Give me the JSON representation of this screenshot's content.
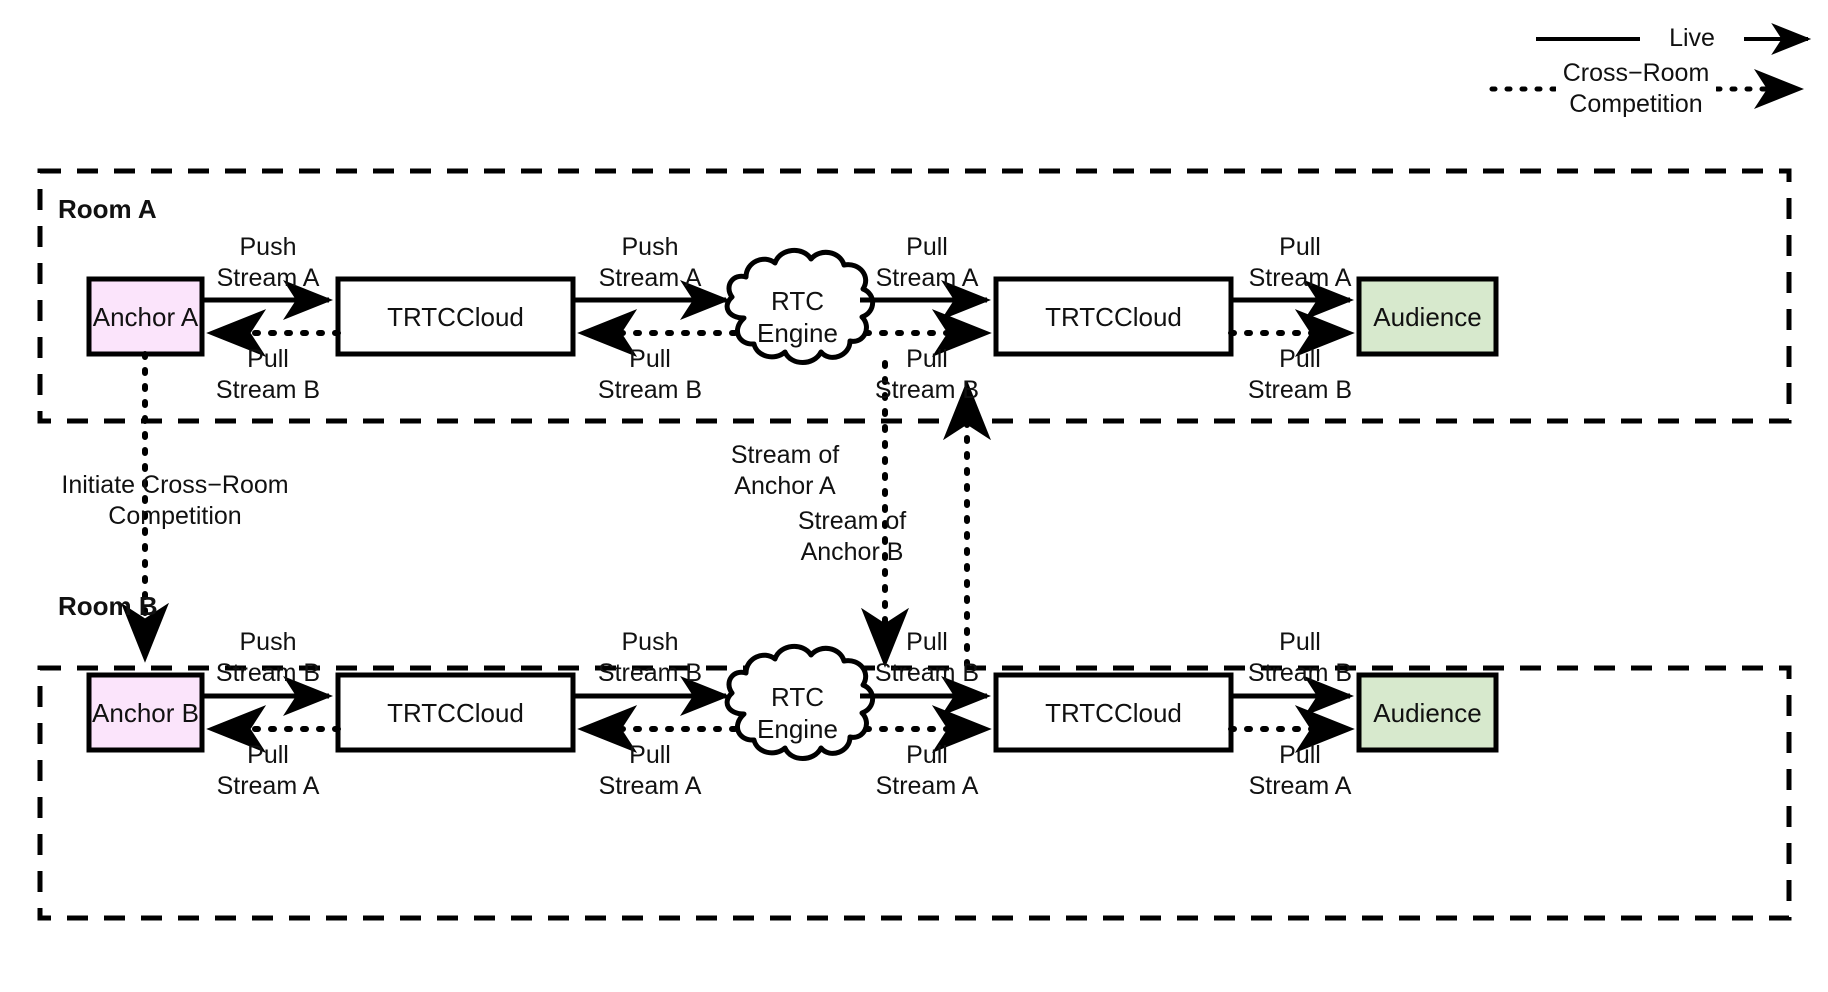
{
  "legend": {
    "items": [
      {
        "label": "Live",
        "style": "solid"
      },
      {
        "label": "Cross−Room\nCompetition",
        "style": "dotted"
      }
    ]
  },
  "colors": {
    "anchor_fill": "#fbe4fb",
    "audience_fill": "#d7e9cd",
    "stroke": "#000000",
    "background": "#ffffff"
  },
  "rooms": [
    {
      "title": "Room A",
      "nodes": {
        "anchor": "Anchor\nA",
        "trtc_left": "TRTCCloud",
        "engine": "RTC\nEngine",
        "trtc_right": "TRTCCloud",
        "audience": "Audience"
      },
      "edge_labels": {
        "anchor_to_trtc_top": "Push\nStream A",
        "anchor_to_trtc_bottom": "Pull\nStream B",
        "trtc_to_engine_top": "Push\nStream A",
        "trtc_to_engine_bottom": "Pull\nStream B",
        "engine_to_trtc_top": "Pull\nStream A",
        "engine_to_trtc_bottom": "Pull\nStream B",
        "trtc_to_audience_top": "Pull\nStream A",
        "trtc_to_audience_bottom": "Pull\nStream B"
      }
    },
    {
      "title": "Room B",
      "nodes": {
        "anchor": "Anchor\nB",
        "trtc_left": "TRTCCloud",
        "engine": "RTC\nEngine",
        "trtc_right": "TRTCCloud",
        "audience": "Audience"
      },
      "edge_labels": {
        "anchor_to_trtc_top": "Push\nStream B",
        "anchor_to_trtc_bottom": "Pull\nStream A",
        "trtc_to_engine_top": "Push\nStream B",
        "trtc_to_engine_bottom": "Pull\nStream A",
        "engine_to_trtc_top": "Pull\nStream B",
        "engine_to_trtc_bottom": "Pull\nStream A",
        "trtc_to_audience_top": "Pull\nStream B",
        "trtc_to_audience_bottom": "Pull\nStream A"
      }
    }
  ],
  "cross_room": {
    "initiate_label": "Initiate Cross−Room\nCompetition",
    "stream_of_anchor_a": "Stream of\nAnchor A",
    "stream_of_anchor_b": "Stream of\nAnchor B"
  }
}
